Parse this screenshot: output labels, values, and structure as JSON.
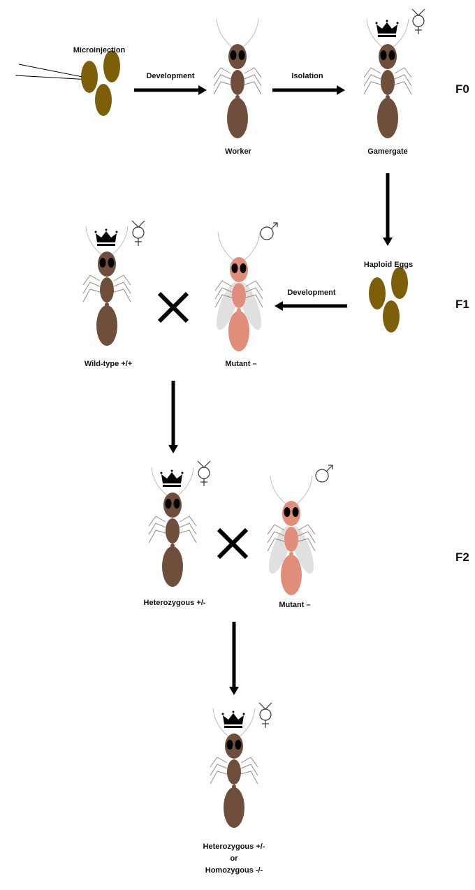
{
  "generations": {
    "f0": "F0",
    "f1": "F1",
    "f2": "F2"
  },
  "labels": {
    "microinjection": "Microinjection",
    "development_f0": "Development",
    "isolation": "Isolation",
    "worker": "Worker",
    "gamergate": "Gamergate",
    "haploid_eggs": "Haploid  Eggs",
    "development_f1": "Development",
    "wildtype": "Wild-type +/+",
    "mutant_f1": "Mutant –",
    "heterozygous_f2": "Heterozygous +/-",
    "mutant_f2": "Mutant –",
    "outcome_line1": "Heterozygous +/-",
    "outcome_line2": "or",
    "outcome_line3": "Homozygous  -/-"
  },
  "colors": {
    "female_body": "#6f4e3c",
    "male_body": "#e08d7a",
    "egg": "#7d5f0a",
    "arrow": "#000000",
    "leg": "#9a8a80",
    "wing": "#d8d8d8"
  },
  "icons": {
    "crown": "crown-icon",
    "female_worker_symbol": "gamergate-symbol-icon",
    "male_symbol": "male-symbol-icon",
    "cross": "cross-icon",
    "needle": "needle-icon"
  }
}
